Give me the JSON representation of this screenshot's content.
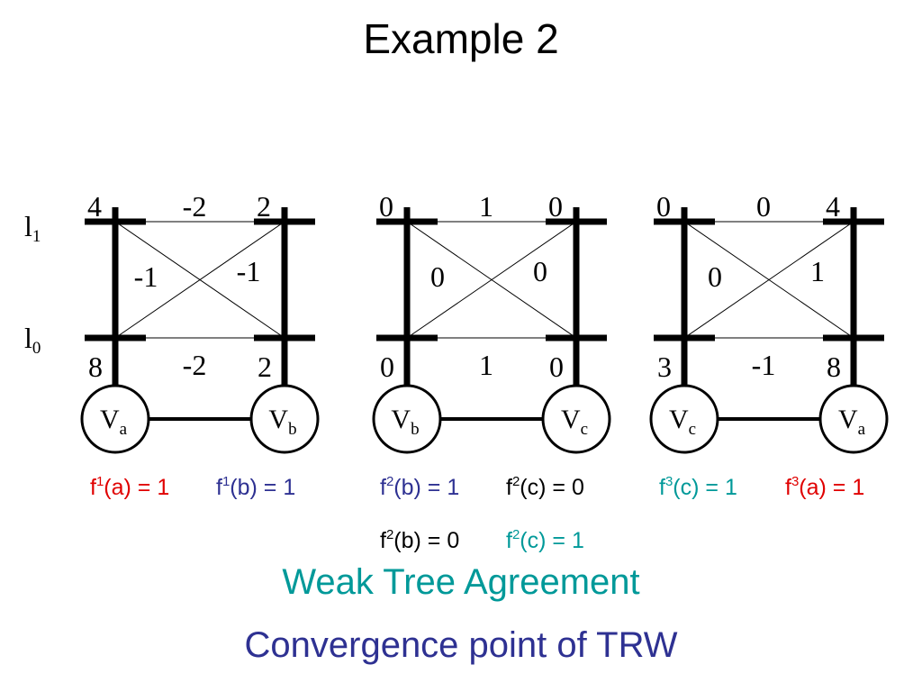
{
  "title": "Example 2",
  "row_labels": {
    "l1": {
      "base": "l",
      "sub": "1"
    },
    "l0": {
      "base": "l",
      "sub": "0"
    }
  },
  "panels": [
    {
      "unary": {
        "top_left": "4",
        "top_right": "2",
        "bottom_left": "8",
        "bottom_right": "2"
      },
      "pairwise": {
        "top": "-2",
        "bottom": "-2",
        "diag_left": "-1",
        "diag_right": "-1"
      },
      "nodes": [
        {
          "base": "V",
          "sub": "a"
        },
        {
          "base": "V",
          "sub": "b"
        }
      ],
      "equations": [
        {
          "f": "f",
          "sup": "1",
          "arg": "(a) = 1",
          "color": "#e00000"
        },
        {
          "f": "f",
          "sup": "1",
          "arg": "(b) = 1",
          "color": "#2e3192"
        }
      ]
    },
    {
      "unary": {
        "top_left": "0",
        "top_right": "0",
        "bottom_left": "0",
        "bottom_right": "0"
      },
      "pairwise": {
        "top": "1",
        "bottom": "1",
        "diag_left": "0",
        "diag_right": "0"
      },
      "nodes": [
        {
          "base": "V",
          "sub": "b"
        },
        {
          "base": "V",
          "sub": "c"
        }
      ],
      "equations": [
        {
          "f": "f",
          "sup": "2",
          "arg": "(b) = 1",
          "color": "#2e3192"
        },
        {
          "f": "f",
          "sup": "2",
          "arg": "(c) = 0",
          "color": "#000000"
        }
      ],
      "equations_extra": [
        {
          "f": "f",
          "sup": "2",
          "arg": "(b) = 0",
          "color": "#000000"
        },
        {
          "f": "f",
          "sup": "2",
          "arg": "(c) = 1",
          "color": "#009999"
        }
      ]
    },
    {
      "unary": {
        "top_left": "0",
        "top_right": "4",
        "bottom_left": "3",
        "bottom_right": "8"
      },
      "pairwise": {
        "top": "0",
        "bottom": "-1",
        "diag_left": "0",
        "diag_right": "1"
      },
      "nodes": [
        {
          "base": "V",
          "sub": "c"
        },
        {
          "base": "V",
          "sub": "a"
        }
      ],
      "equations": [
        {
          "f": "f",
          "sup": "3",
          "arg": "(c) = 1",
          "color": "#009999"
        },
        {
          "f": "f",
          "sup": "3",
          "arg": "(a) = 1",
          "color": "#e00000"
        }
      ]
    }
  ],
  "captions": {
    "line1": "Weak Tree Agreement",
    "line2": "Convergence point of TRW"
  },
  "colors": {
    "teal": "#009999",
    "navy": "#2e3192",
    "red": "#e00000",
    "black": "#000000"
  }
}
